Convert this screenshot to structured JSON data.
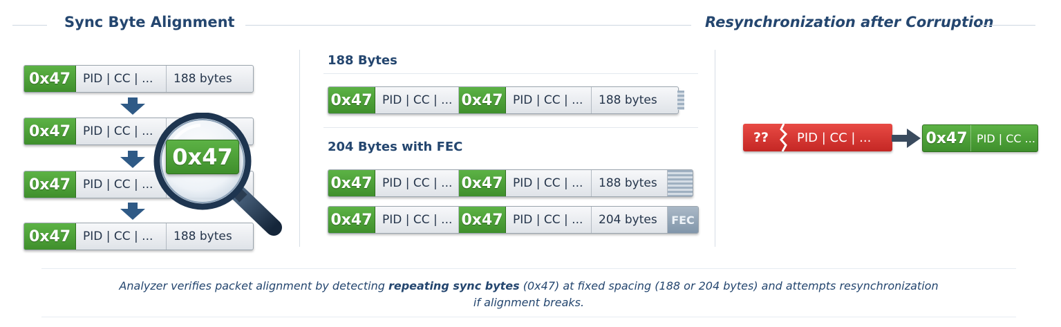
{
  "left": {
    "title": "Sync Byte Alignment",
    "packets": [
      {
        "sync": "0x47",
        "header": "PID | CC | ...",
        "size": "188 bytes"
      },
      {
        "sync": "0x47",
        "header": "PID | CC | ..."
      },
      {
        "sync": "0x47",
        "header": "PID | CC | ..."
      },
      {
        "sync": "0x47",
        "header": "PID | CC | ...",
        "size": "188 bytes"
      }
    ],
    "magnifier_label": "0x47"
  },
  "middle": {
    "section_188": "188 Bytes",
    "section_204": "204 Bytes with FEC",
    "row_188": {
      "sync1": "0x47",
      "hdr1": "PID | CC | ...",
      "sync2": "0x47",
      "hdr2": "PID | CC | ...",
      "size": "188 bytes"
    },
    "row_204a": {
      "sync1": "0x47",
      "hdr1": "PID | CC | ...",
      "sync2": "0x47",
      "hdr2": "PID | CC | ...",
      "size": "188 bytes"
    },
    "row_204b": {
      "sync1": "0x47",
      "hdr1": "PID | CC | ...",
      "sync2": "0x47",
      "hdr2": "PID | CC | ...",
      "size": "204 bytes",
      "fec": "FEC"
    }
  },
  "right": {
    "title": "Resynchronization after Corruption",
    "corrupt_label": "??",
    "corrupt_header": "PID | CC | ...",
    "good_sync": "0x47",
    "good_header": "PID | CC ..."
  },
  "caption": {
    "part1": "Analyzer verifies packet alignment by detecting ",
    "bold": "repeating sync bytes",
    "part2": " (0x47) at fixed spacing (188 or 204 bytes) and attempts resynchronization",
    "line2": "if alignment breaks."
  },
  "colors": {
    "sync_green": "#4aa236",
    "corrupt_red": "#d9342f",
    "title_blue": "#24466f"
  }
}
